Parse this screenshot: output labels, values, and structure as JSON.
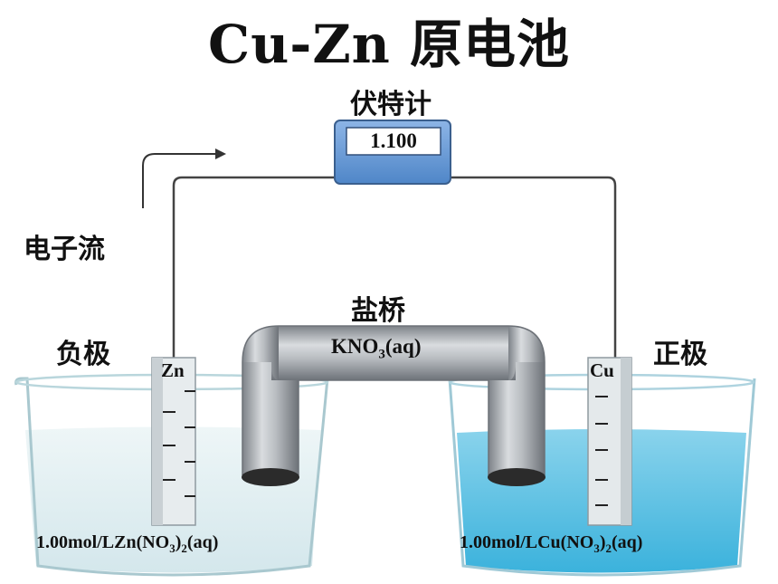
{
  "title": "Cu-Zn 原电池",
  "voltmeter": {
    "label": "伏特计",
    "reading": "1.100"
  },
  "electron_flow": "电子流",
  "salt_bridge": {
    "label": "盐桥",
    "formula_main": "KNO",
    "formula_sub": "3",
    "formula_tail": "(aq)"
  },
  "anode": {
    "label": "负极",
    "electrode": "Zn",
    "solution_main": "1.00mol/LZn(NO",
    "solution_sub1": "3",
    "solution_mid": ")",
    "solution_sub2": "2",
    "solution_tail": "(aq)"
  },
  "cathode": {
    "label": "正极",
    "electrode": "Cu",
    "solution_main": "1.00mol/LCu(NO",
    "solution_sub1": "3",
    "solution_mid": ")",
    "solution_sub2": "2",
    "solution_tail": "(aq)"
  },
  "colors": {
    "zn_solution": "#dcecef",
    "cu_solution": "#5fc3e4",
    "bridge": "#9aa0a6",
    "voltmeter": "#6f9fd8"
  }
}
